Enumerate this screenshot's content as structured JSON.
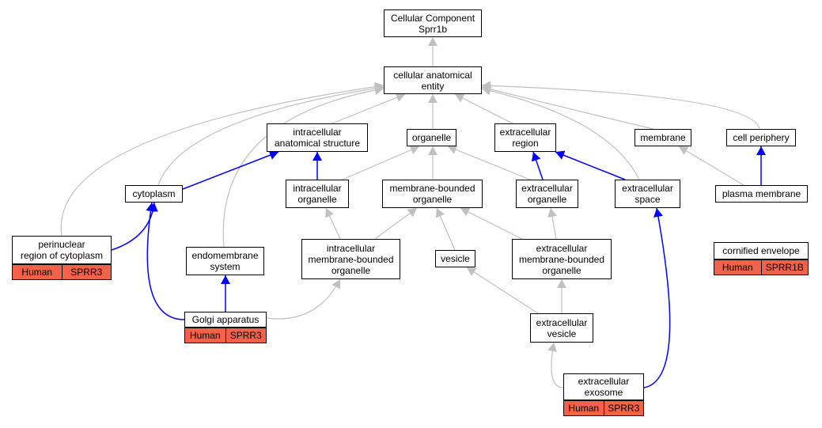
{
  "colors": {
    "is_a_edge": "#c0c0c0",
    "part_of_edge": "#0000ff",
    "annotation_fill": "#f26249"
  },
  "nodes": [
    {
      "id": "root",
      "label": "Cellular Component\nSprr1b"
    },
    {
      "id": "cae",
      "label": "cellular anatomical\nentity"
    },
    {
      "id": "ias",
      "label": "intracellular\nanatomical structure"
    },
    {
      "id": "organelle",
      "label": "organelle"
    },
    {
      "id": "exreg",
      "label": "extracellular\nregion"
    },
    {
      "id": "membrane",
      "label": "membrane"
    },
    {
      "id": "cellper",
      "label": "cell periphery"
    },
    {
      "id": "cytoplasm",
      "label": "cytoplasm"
    },
    {
      "id": "intorg",
      "label": "intracellular\norganelle"
    },
    {
      "id": "mbo",
      "label": "membrane-bounded\norganelle"
    },
    {
      "id": "exorg",
      "label": "extracellular\norganelle"
    },
    {
      "id": "exspace",
      "label": "extracellular\nspace"
    },
    {
      "id": "plasmam",
      "label": "plasma membrane"
    },
    {
      "id": "perinuc",
      "label": "perinuclear\nregion of cytoplasm",
      "annotation": {
        "species": "Human",
        "gene": "SPRR3"
      }
    },
    {
      "id": "endomem",
      "label": "endomembrane\nsystem"
    },
    {
      "id": "imbo",
      "label": "intracellular\nmembrane-bounded\norganelle"
    },
    {
      "id": "vesicle",
      "label": "vesicle"
    },
    {
      "id": "embo",
      "label": "extracellular\nmembrane-bounded\norganelle"
    },
    {
      "id": "cornified",
      "label": "cornified envelope",
      "annotation": {
        "species": "Human",
        "gene": "SPRR1B"
      }
    },
    {
      "id": "golgi",
      "label": "Golgi apparatus",
      "annotation": {
        "species": "Human",
        "gene": "SPRR3"
      }
    },
    {
      "id": "exves",
      "label": "extracellular\nvesicle"
    },
    {
      "id": "exosome",
      "label": "extracellular\nexosome",
      "annotation": {
        "species": "Human",
        "gene": "SPRR3"
      }
    }
  ],
  "edges": [
    {
      "from": "cae",
      "to": "root",
      "type": "is_a"
    },
    {
      "from": "ias",
      "to": "cae",
      "type": "is_a"
    },
    {
      "from": "organelle",
      "to": "cae",
      "type": "is_a"
    },
    {
      "from": "exreg",
      "to": "cae",
      "type": "is_a"
    },
    {
      "from": "membrane",
      "to": "cae",
      "type": "is_a"
    },
    {
      "from": "cellper",
      "to": "cae",
      "type": "is_a"
    },
    {
      "from": "cytoplasm",
      "to": "cae",
      "type": "is_a"
    },
    {
      "from": "perinuc",
      "to": "cae",
      "type": "is_a"
    },
    {
      "from": "endomem",
      "to": "cae",
      "type": "is_a"
    },
    {
      "from": "exspace",
      "to": "cae",
      "type": "is_a"
    },
    {
      "from": "cytoplasm",
      "to": "ias",
      "type": "part_of"
    },
    {
      "from": "intorg",
      "to": "ias",
      "type": "part_of"
    },
    {
      "from": "intorg",
      "to": "organelle",
      "type": "is_a"
    },
    {
      "from": "mbo",
      "to": "organelle",
      "type": "is_a"
    },
    {
      "from": "exorg",
      "to": "organelle",
      "type": "is_a"
    },
    {
      "from": "exorg",
      "to": "exreg",
      "type": "part_of"
    },
    {
      "from": "exspace",
      "to": "exreg",
      "type": "part_of"
    },
    {
      "from": "plasmam",
      "to": "membrane",
      "type": "is_a"
    },
    {
      "from": "plasmam",
      "to": "cellper",
      "type": "part_of"
    },
    {
      "from": "perinuc",
      "to": "cytoplasm",
      "type": "part_of"
    },
    {
      "from": "golgi",
      "to": "cytoplasm",
      "type": "part_of"
    },
    {
      "from": "golgi",
      "to": "endomem",
      "type": "part_of"
    },
    {
      "from": "imbo",
      "to": "intorg",
      "type": "is_a"
    },
    {
      "from": "imbo",
      "to": "mbo",
      "type": "is_a"
    },
    {
      "from": "embo",
      "to": "mbo",
      "type": "is_a"
    },
    {
      "from": "vesicle",
      "to": "mbo",
      "type": "is_a"
    },
    {
      "from": "embo",
      "to": "exorg",
      "type": "is_a"
    },
    {
      "from": "golgi",
      "to": "imbo",
      "type": "is_a"
    },
    {
      "from": "exves",
      "to": "vesicle",
      "type": "is_a"
    },
    {
      "from": "exves",
      "to": "embo",
      "type": "is_a"
    },
    {
      "from": "exosome",
      "to": "exves",
      "type": "is_a"
    },
    {
      "from": "exosome",
      "to": "exspace",
      "type": "part_of"
    },
    {
      "from": "cornified",
      "to": "plasmam",
      "type": "is_a"
    }
  ]
}
